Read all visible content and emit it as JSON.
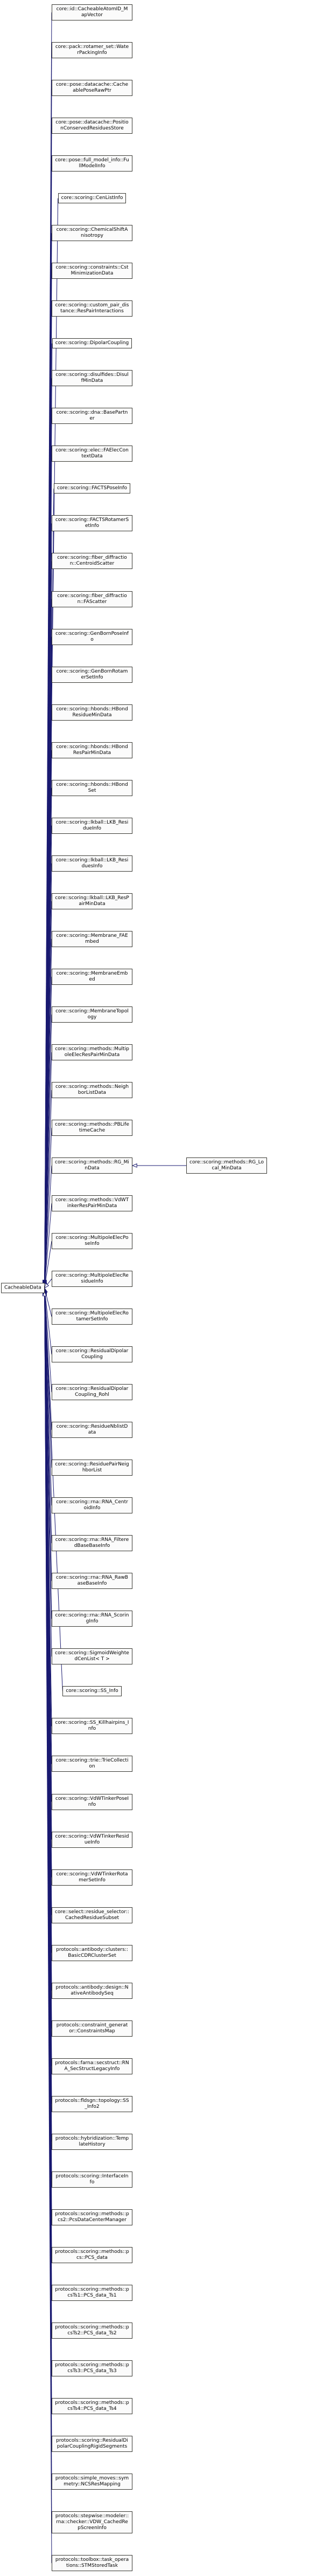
{
  "diagram": {
    "type": "class-inheritance-graph",
    "style": {
      "edge_color": "#191970",
      "node_fill": "#fbfbfb",
      "node_border": "#3a3a34",
      "node_text": "#000000",
      "background": "#ffffff"
    },
    "base": {
      "label": "CacheableData"
    },
    "derived": [
      {
        "label": "core::id::CacheableAtomID_MapVector"
      },
      {
        "label": "core::pack::rotamer_set::WaterPackingInfo"
      },
      {
        "label": "core::pose::datacache::CacheablePoseRawPtr"
      },
      {
        "label": "core::pose::datacache::PositionConservedResiduesStore"
      },
      {
        "label": "core::pose::full_model_info::FullModelInfo"
      },
      {
        "label": "core::scoring::CenListInfo"
      },
      {
        "label": "core::scoring::ChemicalShiftAnisotropy"
      },
      {
        "label": "core::scoring::constraints::CstMinimizationData"
      },
      {
        "label": "core::scoring::custom_pair_distance::ResPairInteractions"
      },
      {
        "label": "core::scoring::DipolarCoupling"
      },
      {
        "label": "core::scoring::disulfides::DisulfMinData"
      },
      {
        "label": "core::scoring::dna::BasePartner"
      },
      {
        "label": "core::scoring::elec::FAElecContextData"
      },
      {
        "label": "core::scoring::FACTSPoseInfo"
      },
      {
        "label": "core::scoring::FACTSRotamerSetInfo"
      },
      {
        "label": "core::scoring::fiber_diffraction::CentroidScatter"
      },
      {
        "label": "core::scoring::fiber_diffraction::FAScatter"
      },
      {
        "label": "core::scoring::GenBornPoseInfo"
      },
      {
        "label": "core::scoring::GenBornRotamerSetInfo"
      },
      {
        "label": "core::scoring::hbonds::HBondResidueMinData"
      },
      {
        "label": "core::scoring::hbonds::HBondResPairMinData"
      },
      {
        "label": "core::scoring::hbonds::HBondSet"
      },
      {
        "label": "core::scoring::lkball::LKB_ResidueInfo"
      },
      {
        "label": "core::scoring::lkball::LKB_ResiduesInfo"
      },
      {
        "label": "core::scoring::lkball::LKB_ResPairMinData"
      },
      {
        "label": "core::scoring::Membrane_FAEmbed"
      },
      {
        "label": "core::scoring::MembraneEmbed"
      },
      {
        "label": "core::scoring::MembraneTopology"
      },
      {
        "label": "core::scoring::methods::MultipoleElecResPairMinData"
      },
      {
        "label": "core::scoring::methods::NeighborListData"
      },
      {
        "label": "core::scoring::methods::PBLifetimeCache"
      },
      {
        "label": "core::scoring::methods::RG_MinData",
        "children": [
          {
            "label": "core::scoring::methods::RG_Local_MinData"
          }
        ]
      },
      {
        "label": "core::scoring::methods::VdWTinkerResPairMinData"
      },
      {
        "label": "core::scoring::MultipoleElecPoseInfo"
      },
      {
        "label": "core::scoring::MultipoleElecResidueInfo"
      },
      {
        "label": "core::scoring::MultipoleElecRotamerSetInfo"
      },
      {
        "label": "core::scoring::ResidualDipolarCoupling"
      },
      {
        "label": "core::scoring::ResidualDipolarCoupling_Rohl"
      },
      {
        "label": "core::scoring::ResidueNblistData"
      },
      {
        "label": "core::scoring::ResiduePairNeighborList"
      },
      {
        "label": "core::scoring::rna::RNA_CentroidInfo"
      },
      {
        "label": "core::scoring::rna::RNA_FilteredBaseBaseInfo"
      },
      {
        "label": "core::scoring::rna::RNA_RawBaseBaseInfo"
      },
      {
        "label": "core::scoring::rna::RNA_ScoringInfo"
      },
      {
        "label": "core::scoring::SigmoidWeightedCenList< T >"
      },
      {
        "label": "core::scoring::SS_Info"
      },
      {
        "label": "core::scoring::SS_Killhairpins_Info"
      },
      {
        "label": "core::scoring::trie::TrieCollection"
      },
      {
        "label": "core::scoring::VdWTinkerPoseInfo"
      },
      {
        "label": "core::scoring::VdWTinkerResidueInfo"
      },
      {
        "label": "core::scoring::VdWTinkerRotamerSetInfo"
      },
      {
        "label": "core::select::residue_selector::CachedResidueSubset"
      },
      {
        "label": "protocols::antibody::clusters::BasicCDRClusterSet"
      },
      {
        "label": "protocols::antibody::design::NativeAntibodySeq"
      },
      {
        "label": "protocols::constraint_generator::ConstraintsMap"
      },
      {
        "label": "protocols::farna::secstruct::RNA_SecStructLegacyInfo"
      },
      {
        "label": "protocols::fldsgn::topology::SS_Info2"
      },
      {
        "label": "protocols::hybridization::TemplateHistory"
      },
      {
        "label": "protocols::scoring::InterfaceInfo"
      },
      {
        "label": "protocols::scoring::methods::pcs2::PcsDataCenterManager"
      },
      {
        "label": "protocols::scoring::methods::pcs::PCS_data"
      },
      {
        "label": "protocols::scoring::methods::pcsTs1::PCS_data_Ts1"
      },
      {
        "label": "protocols::scoring::methods::pcsTs2::PCS_data_Ts2"
      },
      {
        "label": "protocols::scoring::methods::pcsTs3::PCS_data_Ts3"
      },
      {
        "label": "protocols::scoring::methods::pcsTs4::PCS_data_Ts4"
      },
      {
        "label": "protocols::scoring::ResidualDipolarCouplingRigidSegments"
      },
      {
        "label": "protocols::simple_moves::symmetry::NCSResMapping"
      },
      {
        "label": "protocols::stepwise::modeler::rna::checker::VDW_CachedRepScreenInfo"
      },
      {
        "label": "protocols::toolbox::task_operations::STMStoredTask"
      }
    ]
  }
}
